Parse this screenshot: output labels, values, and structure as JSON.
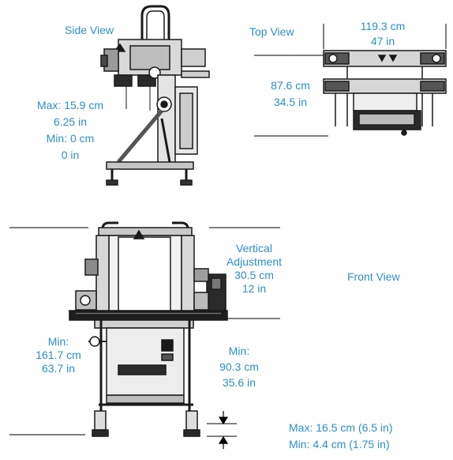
{
  "colors": {
    "label": "#2b8fc7",
    "line": "#000000",
    "machine_dark": "#1a1a1a",
    "machine_mid": "#6a6a6a",
    "machine_light": "#c8c8c8"
  },
  "side_view": {
    "title": "Side View",
    "height_max_cm": "Max: 15.9 cm",
    "height_max_in": "6.25 in",
    "height_min_cm": "Min: 0 cm",
    "height_min_in": "0 in"
  },
  "top_view": {
    "title": "Top View",
    "width_cm": "119.3 cm",
    "width_in": "47 in",
    "depth_cm": "87.6 cm",
    "depth_in": "34.5 in"
  },
  "front_view": {
    "title": "Front View",
    "vertical_line1": "Vertical",
    "vertical_line2": "Adjustment",
    "vertical_cm": "30.5 cm",
    "vertical_in": "12 in",
    "min_left_label": "Min:",
    "min_left_cm": "161.7 cm",
    "min_left_in": "63.7 in",
    "min_right_label": "Min:",
    "min_right_cm": "90.3 cm",
    "min_right_in": "35.6 in",
    "foot_max": "Max: 16.5 cm (6.5 in)",
    "foot_min": "Min: 4.4 cm (1.75 in)"
  }
}
